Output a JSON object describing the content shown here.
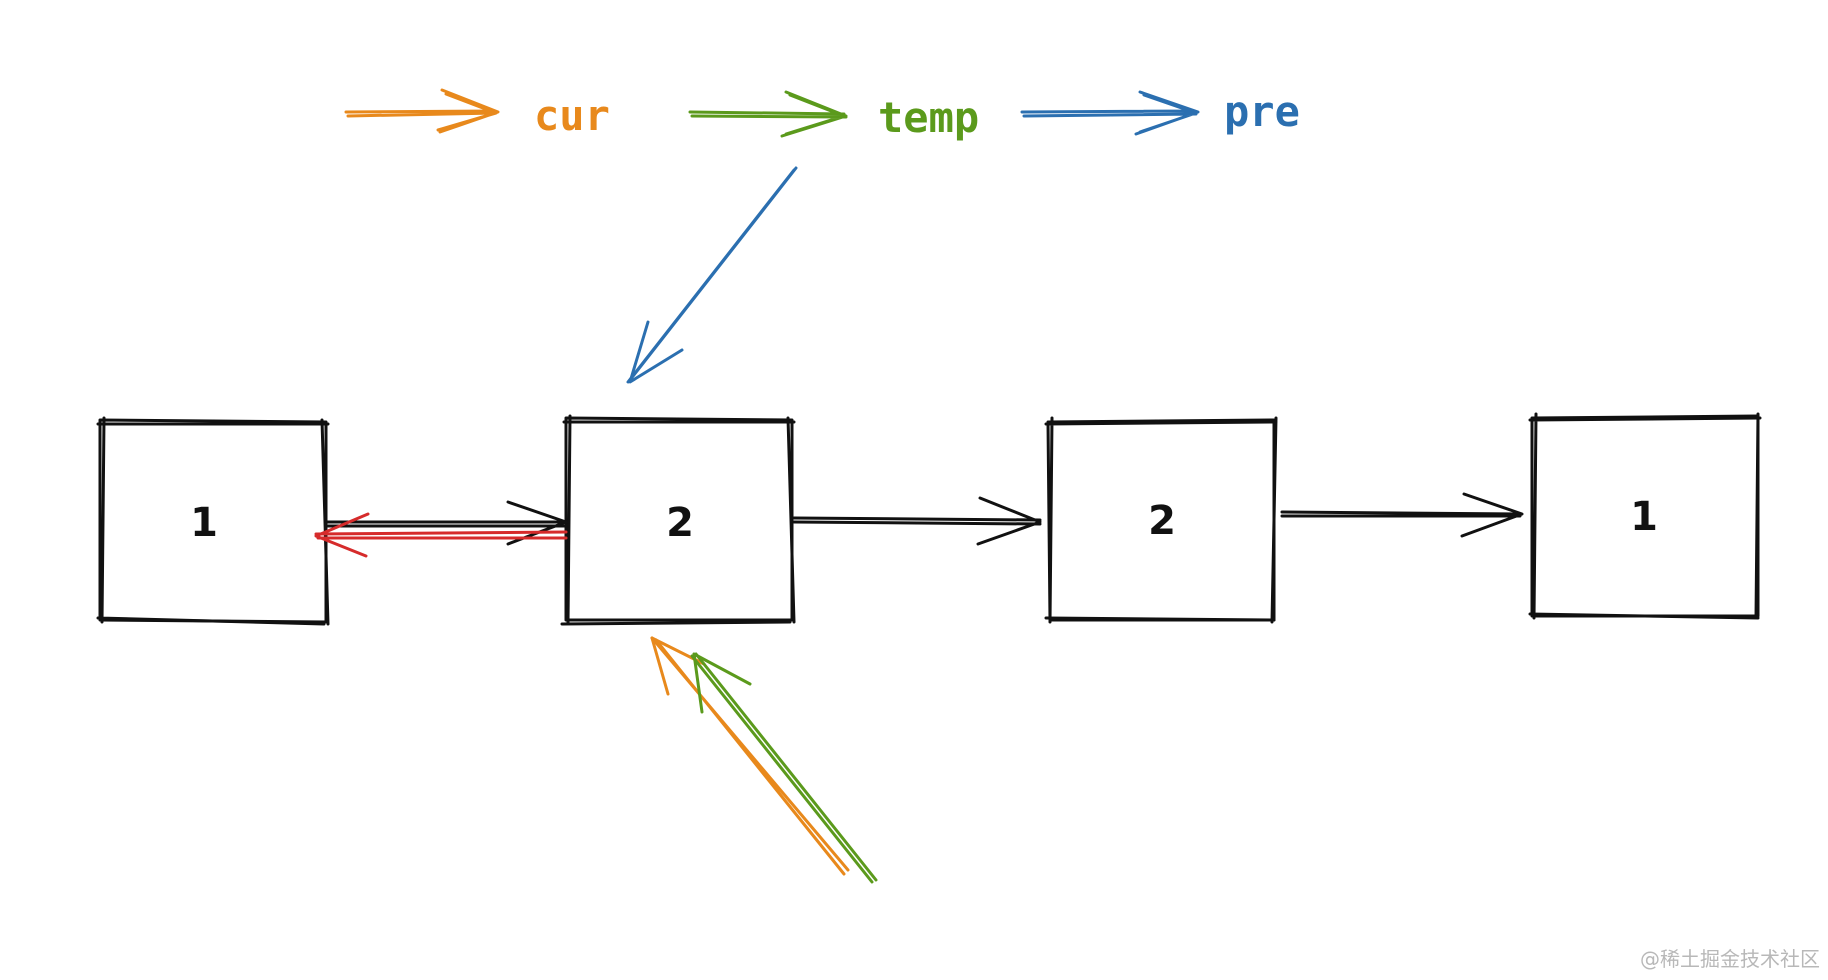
{
  "legend": {
    "cur_label": "cur",
    "temp_label": "temp",
    "pre_label": "pre"
  },
  "colors": {
    "cur": "#e8891c",
    "temp": "#5b9a1c",
    "pre": "#2b6fb0",
    "reversed_link": "#d62b2b",
    "node": "#111111"
  },
  "nodes": [
    {
      "id": "n1",
      "value": "1"
    },
    {
      "id": "n2",
      "value": "2"
    },
    {
      "id": "n3",
      "value": "2"
    },
    {
      "id": "n4",
      "value": "1"
    }
  ],
  "watermark": "@稀土掘金技术社区"
}
